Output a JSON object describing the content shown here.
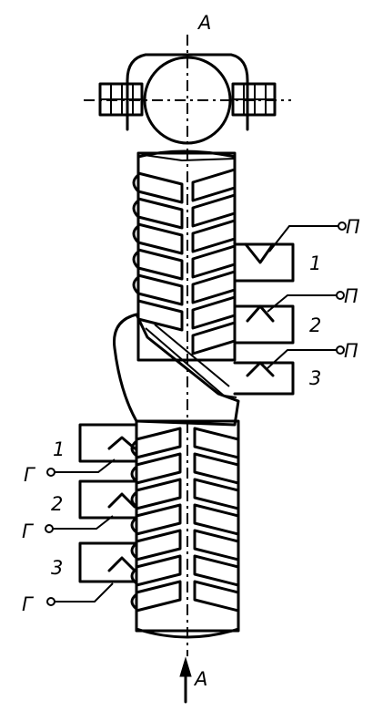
{
  "section_label": "A",
  "view_label": "A",
  "right_connections": [
    {
      "number": "1",
      "letter": "П"
    },
    {
      "number": "2",
      "letter": "П"
    },
    {
      "number": "3",
      "letter": "П"
    }
  ],
  "left_connections": [
    {
      "number": "1",
      "letter": "Г"
    },
    {
      "number": "2",
      "letter": "Г"
    },
    {
      "number": "3",
      "letter": "Г"
    }
  ]
}
